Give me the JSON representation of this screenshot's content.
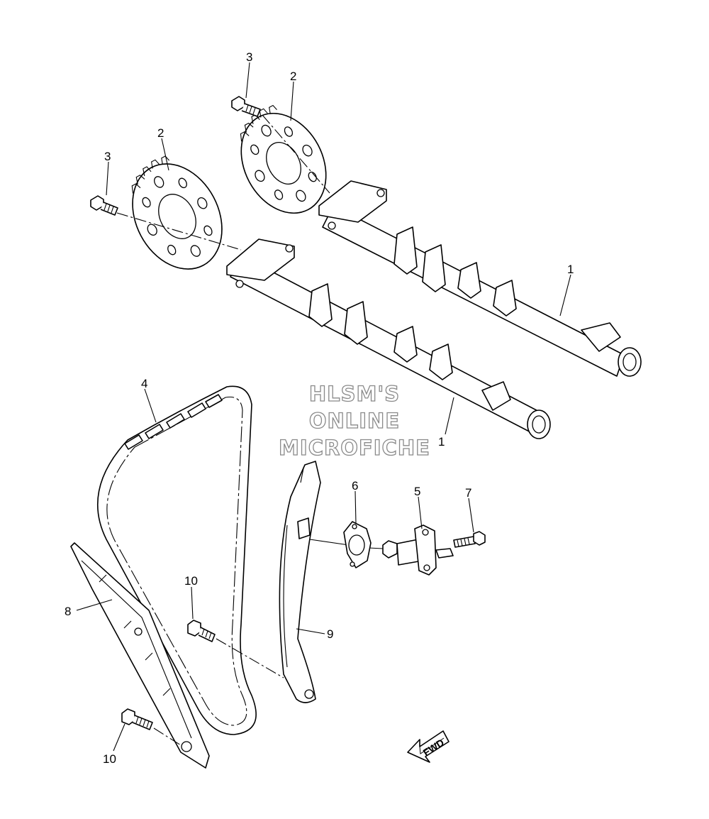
{
  "watermark": {
    "line1": "HLSM'S",
    "line2": "ONLINE",
    "line3": "MICROFICHE"
  },
  "fwd_label": "FWD",
  "callouts": {
    "c1_upper": "1",
    "c1_lower": "1",
    "c2_left": "2",
    "c2_right": "2",
    "c3_left": "3",
    "c3_right": "3",
    "c4": "4",
    "c5": "5",
    "c6": "6",
    "c7": "7",
    "c8": "8",
    "c9": "9",
    "c10_upper": "10",
    "c10_lower": "10"
  }
}
